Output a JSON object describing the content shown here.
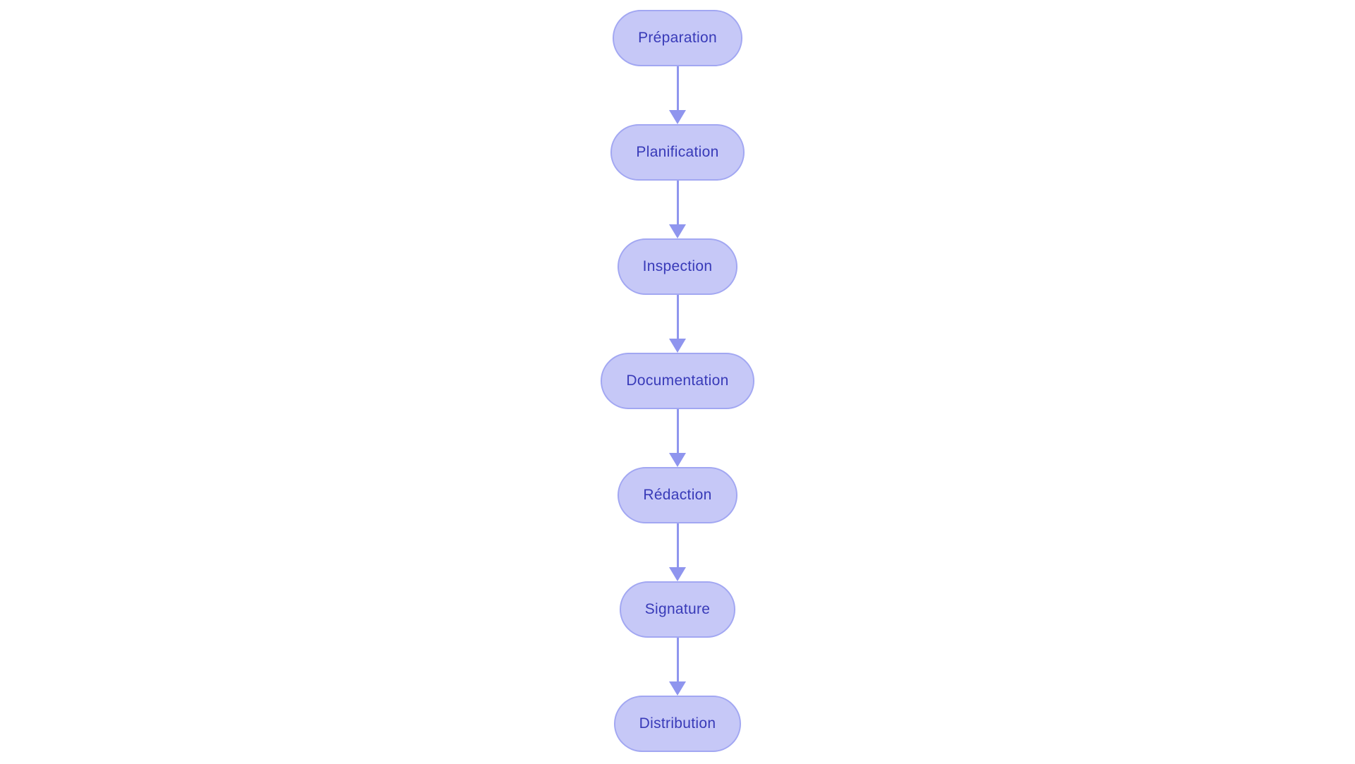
{
  "diagram": {
    "type": "flowchart",
    "direction": "top-to-bottom",
    "background_color": "#ffffff",
    "node_style": {
      "shape": "rounded-pill",
      "fill_color": "#c6c8f7",
      "border_color": "#a2a7f2",
      "text_color": "#383ab8"
    },
    "arrow_color": "#8f95ee",
    "nodes": [
      {
        "id": "preparation",
        "label": "Préparation"
      },
      {
        "id": "planification",
        "label": "Planification"
      },
      {
        "id": "inspection",
        "label": "Inspection"
      },
      {
        "id": "documentation",
        "label": "Documentation"
      },
      {
        "id": "redaction",
        "label": "Rédaction"
      },
      {
        "id": "signature",
        "label": "Signature"
      },
      {
        "id": "distribution",
        "label": "Distribution"
      }
    ],
    "edges": [
      {
        "from": "Préparation",
        "to": "Planification"
      },
      {
        "from": "Planification",
        "to": "Inspection"
      },
      {
        "from": "Inspection",
        "to": "Documentation"
      },
      {
        "from": "Documentation",
        "to": "Rédaction"
      },
      {
        "from": "Rédaction",
        "to": "Signature"
      },
      {
        "from": "Signature",
        "to": "Distribution"
      }
    ]
  }
}
